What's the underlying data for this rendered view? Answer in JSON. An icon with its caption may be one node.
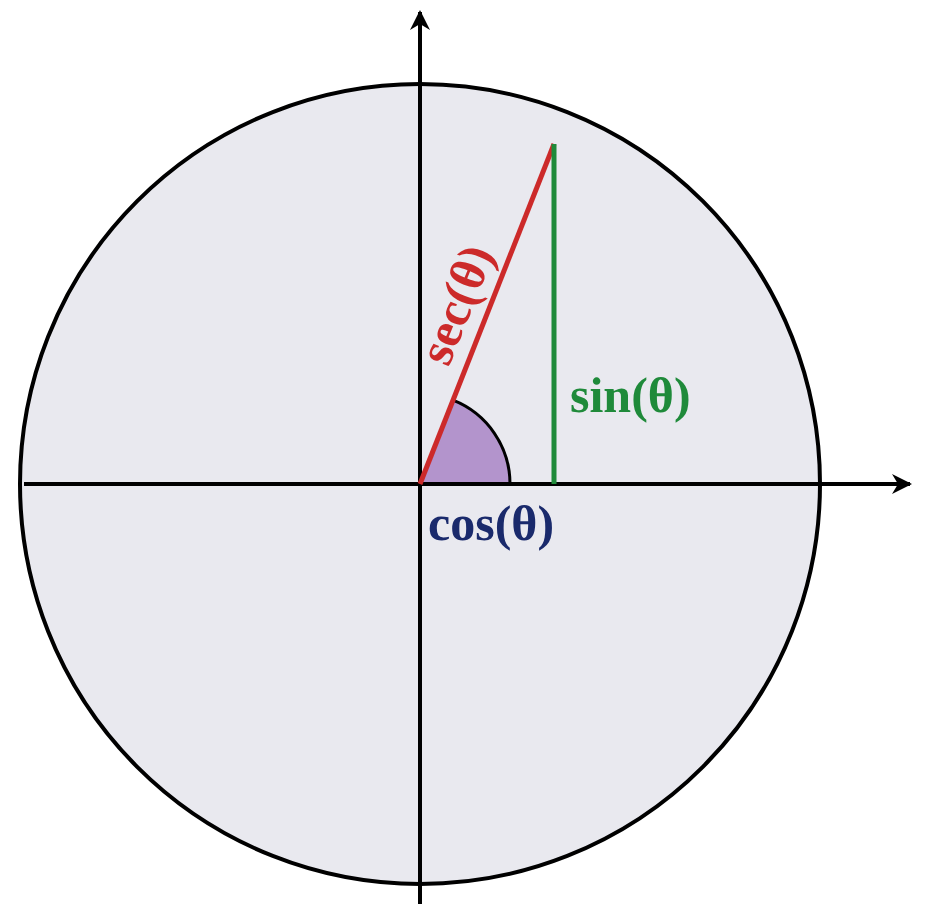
{
  "diagram": {
    "labels": [
      "sec(θ)",
      "sin(θ)",
      "cos(θ)"
    ]
  }
}
